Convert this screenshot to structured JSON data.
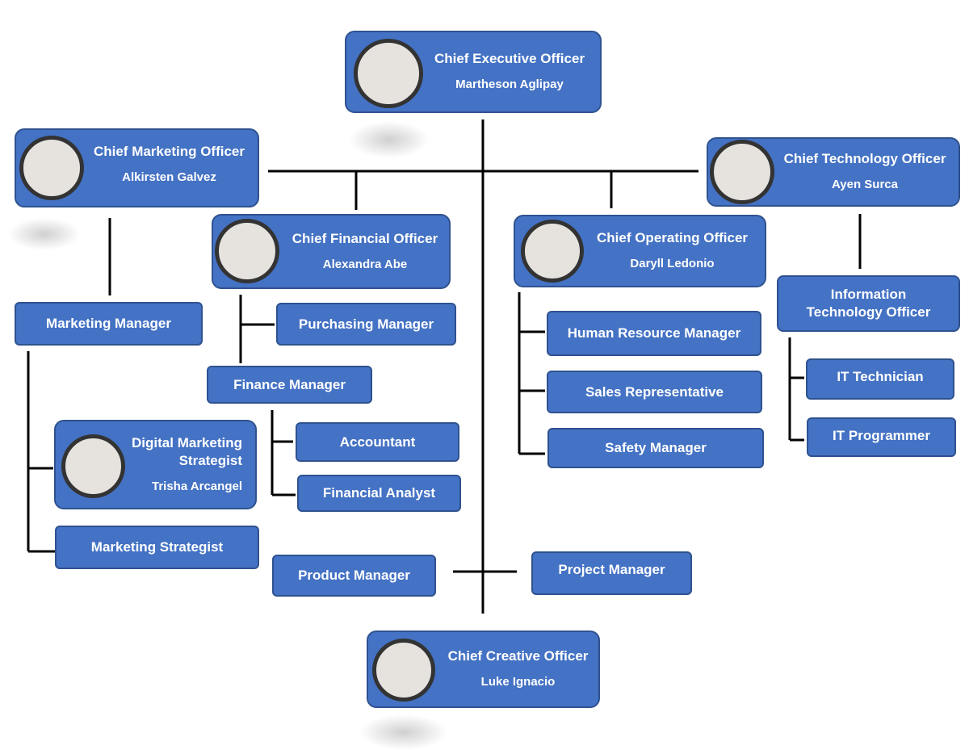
{
  "nodes": {
    "ceo": {
      "title": "Chief Executive Officer",
      "name": "Martheson Aglipay"
    },
    "cmo": {
      "title": "Chief Marketing Officer",
      "name": "Alkirsten Galvez"
    },
    "cto": {
      "title": "Chief Technology Officer",
      "name": "Ayen Surca"
    },
    "cfo": {
      "title": "Chief Financial Officer",
      "name": "Alexandra Abe"
    },
    "coo": {
      "title": "Chief Operating Officer",
      "name": "Daryll Ledonio"
    },
    "cco": {
      "title": "Chief Creative Officer",
      "name": "Luke Ignacio"
    },
    "dms": {
      "title_line1": "Digital Marketing",
      "title_line2": "Strategist",
      "name": "Trisha Arcangel"
    },
    "marketing_manager": "Marketing Manager",
    "purchasing_manager": "Purchasing Manager",
    "finance_manager": "Finance Manager",
    "accountant": "Accountant",
    "financial_analyst": "Financial Analyst",
    "marketing_strategist": "Marketing Strategist",
    "product_manager": "Product Manager",
    "project_manager": "Project Manager",
    "hr_manager": "Human Resource Manager",
    "sales_rep": "Sales Representative",
    "safety_manager": "Safety Manager",
    "ito": {
      "line1": "Information",
      "line2": "Technology Officer"
    },
    "it_technician": "IT Technician",
    "it_programmer": "IT Programmer"
  },
  "colors": {
    "box": "#4472c4",
    "box_border": "#2f528f",
    "line": "#000000"
  }
}
